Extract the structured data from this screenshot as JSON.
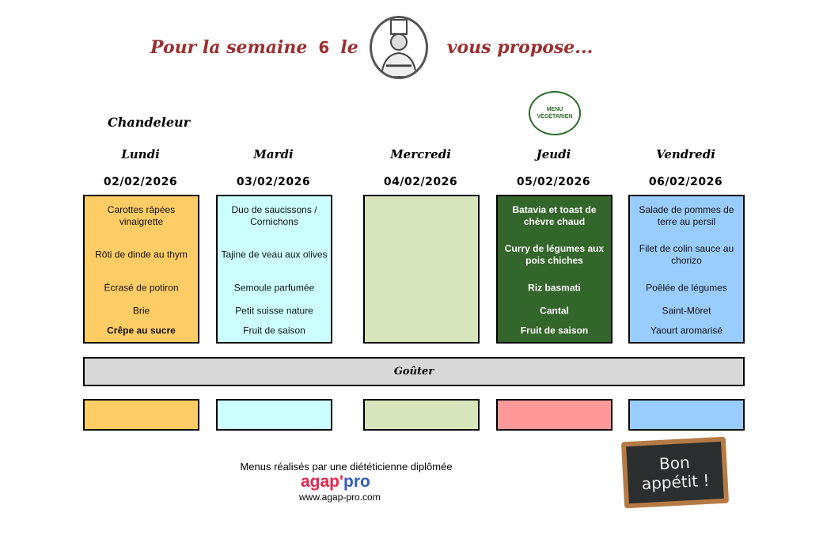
{
  "header": {
    "part1": "Pour la semaine",
    "week": "6",
    "part2": "le",
    "part3": "vous propose...",
    "veg_badge": "MENU VÉGÉTARIEN"
  },
  "event": "Chandeleur",
  "colors": {
    "lundi": "#FFCC66",
    "mardi": "#CCFFFF",
    "mercredi": "#D8E4BC",
    "jeudi": "#33662A",
    "vendredi": "#99CCFF",
    "snack_jeudi": "#FF9999",
    "gouter": "#D9D9D9"
  },
  "days": [
    {
      "name": "Lundi",
      "date": "02/02/2026",
      "items": [
        "Carottes râpées vinaigrette",
        "Rôti de dinde au thym",
        "Écrasé de potiron",
        "Brie",
        "Crêpe au sucre"
      ]
    },
    {
      "name": "Mardi",
      "date": "03/02/2026",
      "items": [
        "Duo de saucissons / Cornichons",
        "Tajine de veau aux olives",
        "Semoule parfumée",
        "Petit suisse nature",
        "Fruit de saison"
      ]
    },
    {
      "name": "Mercredi",
      "date": "04/02/2026",
      "items": [
        "",
        "",
        "",
        "",
        ""
      ]
    },
    {
      "name": "Jeudi",
      "date": "05/02/2026",
      "items": [
        "Batavia et toast de chèvre chaud",
        "Curry de légumes aux pois chiches",
        "Riz basmati",
        "Cantal",
        "Fruit de saison"
      ]
    },
    {
      "name": "Vendredi",
      "date": "06/02/2026",
      "items": [
        "Salade de pommes de terre au persil",
        "Filet de colin sauce au chorizo",
        "Poêlée de légumes",
        "Saint-Môret",
        "Yaourt aromarisé"
      ]
    }
  ],
  "gouter_label": "Goûter",
  "footer": {
    "note": "Menus réalisés par une diététicienne diplômée",
    "brand_a": "agap'",
    "brand_b": "pro",
    "url": "www.agap-pro.com",
    "slate": "Bon appétit !"
  }
}
